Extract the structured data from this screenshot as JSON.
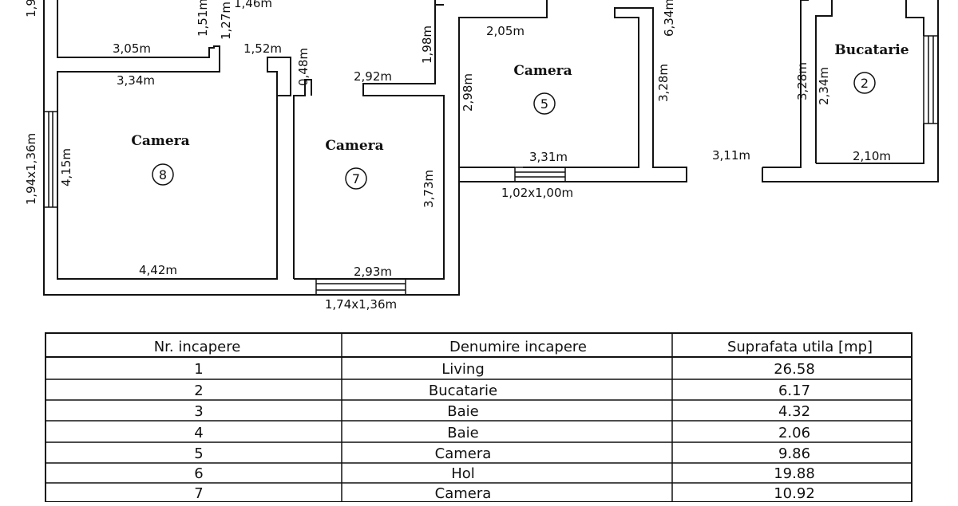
{
  "plan": {
    "rooms": [
      {
        "key": "r8",
        "name": "Camera",
        "number": "8"
      },
      {
        "key": "r7",
        "name": "Camera",
        "number": "7"
      },
      {
        "key": "r5",
        "name": "Camera",
        "number": "5"
      },
      {
        "key": "r2",
        "name": "Bucatarie",
        "number": "2"
      }
    ],
    "dimensions": {
      "d_top_cut": "1,9",
      "d_146": "1,46m",
      "d_151": "1,51m",
      "d_127": "1,27m",
      "d_305": "3,05m",
      "d_334": "3,34m",
      "d_152": "1,52m",
      "d_048": "0,48m",
      "d_415": "4,15m",
      "d_win8": "1,94x1,36m",
      "d_442": "4,42m",
      "d_292": "2,92m",
      "d_373": "3,73m",
      "d_293": "2,93m",
      "d_win7": "1,74x1,36m",
      "d_198": "1,98m",
      "d_205": "2,05m",
      "d_298": "2,98m",
      "d_331": "3,31m",
      "d_win5": "1,02x1,00m",
      "d_634": "6,34m",
      "d_328a": "3,28m",
      "d_311": "3,11m",
      "d_328b": "3,28m",
      "d_234": "2,34m",
      "d_210": "2,10m"
    }
  },
  "table": {
    "headers": [
      "Nr. incapere",
      "Denumire incapere",
      "Suprafata utila [mp]"
    ],
    "rows": [
      [
        "1",
        "Living",
        "26.58"
      ],
      [
        "2",
        "Bucatarie",
        "6.17"
      ],
      [
        "3",
        "Baie",
        "4.32"
      ],
      [
        "4",
        "Baie",
        "2.06"
      ],
      [
        "5",
        "Camera",
        "9.86"
      ],
      [
        "6",
        "Hol",
        "19.88"
      ],
      [
        "7",
        "Camera",
        "10.92"
      ]
    ]
  }
}
